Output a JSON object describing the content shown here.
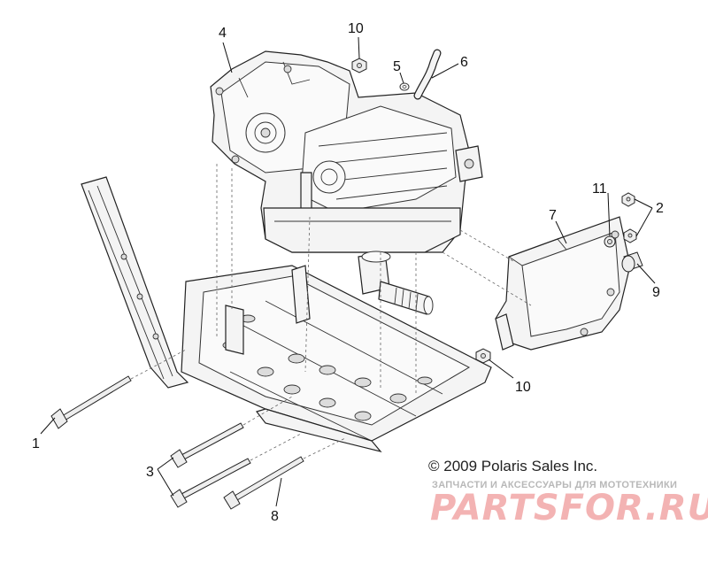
{
  "diagram": {
    "callouts": [
      {
        "id": "label-1",
        "text": "1"
      },
      {
        "id": "label-2",
        "text": "2"
      },
      {
        "id": "label-3",
        "text": "3"
      },
      {
        "id": "label-4",
        "text": "4"
      },
      {
        "id": "label-5",
        "text": "5"
      },
      {
        "id": "label-6",
        "text": "6"
      },
      {
        "id": "label-7",
        "text": "7"
      },
      {
        "id": "label-8",
        "text": "8"
      },
      {
        "id": "label-9",
        "text": "9"
      },
      {
        "id": "label-10a",
        "text": "10"
      },
      {
        "id": "label-10b",
        "text": "10"
      },
      {
        "id": "label-11",
        "text": "11"
      }
    ]
  },
  "footer": {
    "copyright": "© 2009 Polaris Sales Inc.",
    "watermark_tagline": "ЗАПЧАСТИ И АКСЕССУАРЫ ДЛЯ МОТОТЕХНИКИ",
    "watermark_logo": "PARTSFOR.RU"
  },
  "colors": {
    "line": "#222222",
    "watermark": "#f3b3b3"
  }
}
